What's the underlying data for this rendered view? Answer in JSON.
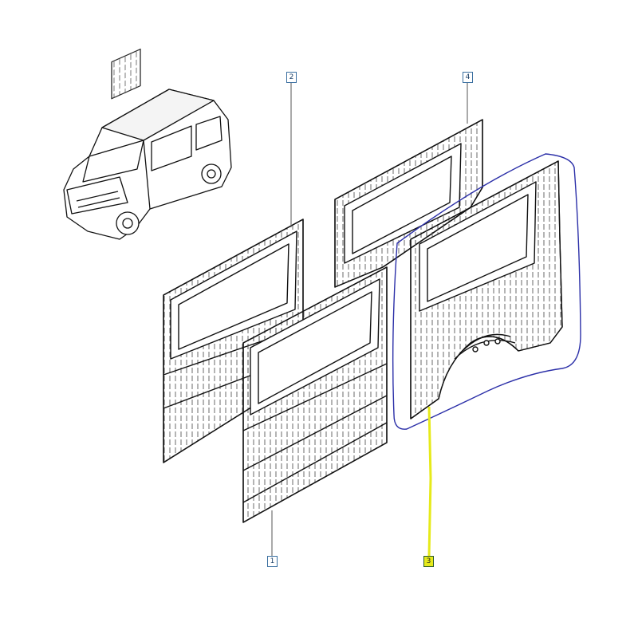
{
  "callouts": {
    "c1": "1",
    "c2": "2",
    "c3": "3",
    "c4": "4"
  },
  "colors": {
    "line": "#111111",
    "callout_leader": "#555555",
    "callout_border": "#3a6fa0",
    "selection_outline": "#2b2fa8",
    "highlight_leader": "#e6ea1a"
  }
}
